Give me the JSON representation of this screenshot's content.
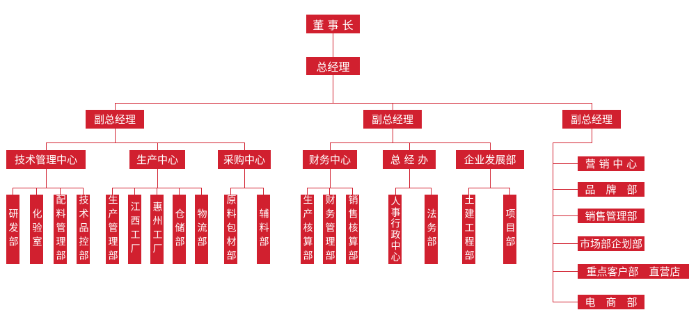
{
  "colors": {
    "accent": "#d1202f",
    "text": "#ffffff",
    "background": "#ffffff"
  },
  "chairman": "董 事 长",
  "gm": "总经理",
  "vp1": {
    "title": "副总经理",
    "depts": [
      {
        "name": "技术管理中心",
        "units": [
          "研发部",
          "化验室",
          "配料管理部",
          "技术品控部"
        ]
      },
      {
        "name": "生产中心",
        "units": [
          "生产管理部",
          "江西工厂",
          "惠州工厂",
          "仓储部",
          "物流部"
        ]
      },
      {
        "name": "采购中心",
        "units": [
          "原料包材部",
          "辅料部"
        ]
      }
    ]
  },
  "vp2": {
    "title": "副总经理",
    "depts": [
      {
        "name": "财务中心",
        "units": [
          "生产核算部",
          "财务管理部",
          "销售核算部"
        ]
      },
      {
        "name": "总 经 办",
        "units": [
          "人事行政中心",
          "法务部"
        ]
      },
      {
        "name": "企业发展部",
        "units": [
          "土建工程部",
          "项目部"
        ]
      }
    ]
  },
  "vp3": {
    "title": "副总经理",
    "units": [
      "营 销 中 心",
      "品　牌　部",
      "销售管理部",
      "市场部企划部",
      "重点客户部　直营店",
      "电　商　部"
    ]
  }
}
